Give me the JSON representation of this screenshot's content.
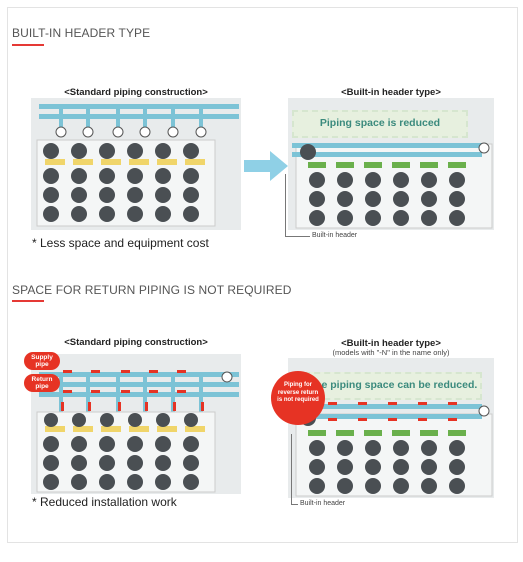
{
  "sections": {
    "builtin": {
      "title": "BUILT-IN HEADER TYPE",
      "left_caption": "<Standard piping construction>",
      "right_caption": "<Built-in header type>",
      "banner": "Piping space is reduced",
      "note": "* Less space and equipment cost",
      "leader_label": "Built-in header"
    },
    "return": {
      "title": "SPACE FOR RETURN PIPING IS NOT REQUIRED",
      "left_caption": "<Standard piping construction>",
      "right_caption": "<Built-in header type>",
      "right_subcaption": "(models with \"-N\" in the name only)",
      "banner": "The piping space can be reduced.",
      "note": "* Reduced installation work",
      "leader_label": "Built-in header",
      "label_supply": "Supply pipe",
      "label_return": "Return pipe",
      "label_piping_line1": "Piping for",
      "label_piping_line2": "reverse return",
      "label_piping_line3": "is not required"
    }
  },
  "colors": {
    "accent_red": "#e53935",
    "pipe_blue": "#7cc3d6",
    "banner_text": "#3b8a7d",
    "arrow_blue": "#8fd0e6"
  },
  "icons": [
    "valve-icon",
    "fan-icon",
    "flow-arrow-icon"
  ]
}
